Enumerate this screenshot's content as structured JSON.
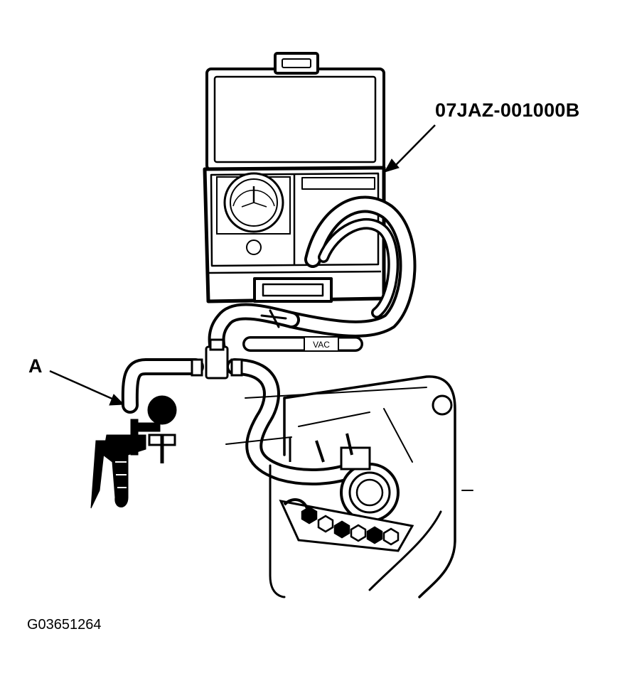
{
  "labels": {
    "part_number": "07JAZ-001000B",
    "callout_a": "A",
    "figure_code": "G03651264",
    "hose_tag": "VAC"
  }
}
